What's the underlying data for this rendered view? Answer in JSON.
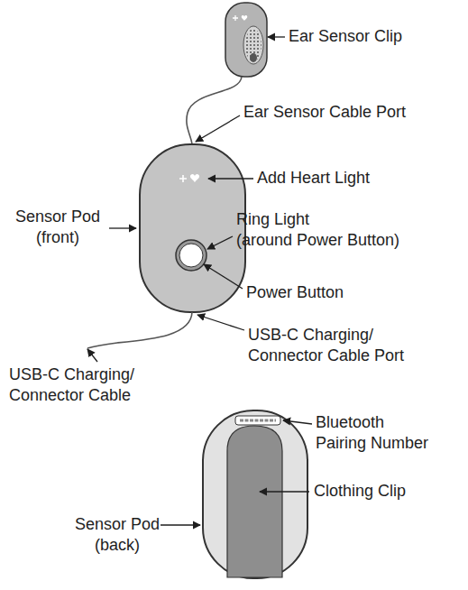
{
  "diagram": {
    "labels": [
      "Ear Sensor Clip",
      "Ear Sensor Cable Port",
      "Add Heart Light",
      "Sensor Pod (front)",
      "Ring Light (around Power Button)",
      "Power Button",
      "USB-C Charging/ Connector Cable Port",
      "USB-C Charging/ Connector Cable",
      "Bluetooth Pairing Number",
      "Clothing Clip",
      "Sensor Pod (back)"
    ]
  }
}
